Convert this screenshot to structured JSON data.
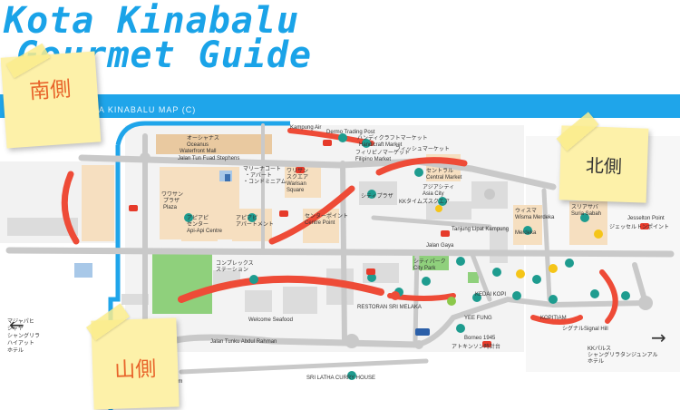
{
  "title": {
    "line1": "Kota Kinabalu",
    "line2": "Gourmet  Guide"
  },
  "header": {
    "map_label": "KOTA KINABALU MAP (C)"
  },
  "notes": {
    "south": "南側",
    "north": "北側",
    "mountain": "山側"
  },
  "nav": {
    "prev": "←",
    "next": "→"
  },
  "colors": {
    "title": "#1aa3e8",
    "band": "#1fa5ea",
    "road": "#c9c9c9",
    "highlight": "#ee4b37",
    "block_beige": "#f6dfc0",
    "park": "#8fd07c",
    "note": "#fdf1a9",
    "marker_teal": "#1e9c8f"
  },
  "map": {
    "labels": {
      "oceanus_jp": "オーシャナス",
      "oceanus": "Oceanus",
      "oceanus_mall": "Waterfront Mall",
      "jalan_tun_fuad": "Jalan Tun Fuad Stephens",
      "kampung_air": "Kampung Air",
      "dermo": "Dermo Trading Post",
      "marina_jp": "マリーナコート",
      "marina_jp2": "・アパート",
      "marina_jp3": "・コンドミニアム",
      "wawasan_jp": "ワワサン",
      "wawasan_jp2": "プラザ",
      "wawasan_en": "Plaza",
      "api_jp": "アピアピ",
      "api_jp2": "センター",
      "api_en": "Api-Api Centre",
      "apt_jp": "アピアピ",
      "apt_jp2": "アパートメント",
      "warisan_jp": "ワリサン",
      "warisan_jp2": "スクエア",
      "warisan_en": "Warisan",
      "warisan_en2": "Square",
      "center_jp": "センターポイント",
      "center_en": "Centre Point",
      "filipino_jp": "フィリピノマーケット",
      "filipino_en": "Filipino Market",
      "handicraft_jp": "ハンディクラフトマーケット",
      "handicraft_en": "Handicraft Market",
      "fish_jp": "フィッシュマーケット",
      "central_jp": "セントラル",
      "central_en": "Central Market",
      "city_plaza_jp": "シティプラザ",
      "kk_times_jp": "KKタイムズスクエア",
      "asia_city_jp": "アジアシティ",
      "asia_city_en": "Asia City",
      "shusui_jp": "ウィスマ",
      "shusui_en": "Wisma Merdeka",
      "merdeka": "Merdeka",
      "suria_jp": "スリアサバ",
      "suria_en": "Suria Sabah",
      "jesselton": "Jesselton Point",
      "jesselton_jp": "ジェッセルトンポイント",
      "tanjung": "Tanjung Lipat Kampung",
      "gaya_st": "Jalan Gaya",
      "city_park_jp": "シティパーク",
      "city_park_en": "City Park",
      "complex_jp": "コンプレックス",
      "complex_jp2": "ステーション",
      "welcome": "Welcome Seafood",
      "sri_melaka": "RESTORAN SRI MELAKA",
      "tun_razak": "Jalan Tunku Abdul Rahman",
      "yee_fung": "YEE FUNG",
      "kedai": "KEDAI KOPI",
      "kopitiam": "KOPITIAM",
      "borneo": "Borneo 1945",
      "mosque_jp": "アトキンソン時計台",
      "sri_latha": "SRI LATHA CURRY HOUSE",
      "bukit_jp": "シグナル",
      "bukit_en": "Signal Hill",
      "kk_jp": "KKパルス",
      "kk_jp2": "シャングリラタンジュンアル",
      "kk_jp3": "ホテル",
      "left_jp1": "マジャパヒ",
      "left_jp2": "ジャヤ",
      "left_jp3": "シャングリラ",
      "left_jp4": "ハイアット",
      "left_jp5": "ホテル",
      "km": "0km"
    }
  }
}
